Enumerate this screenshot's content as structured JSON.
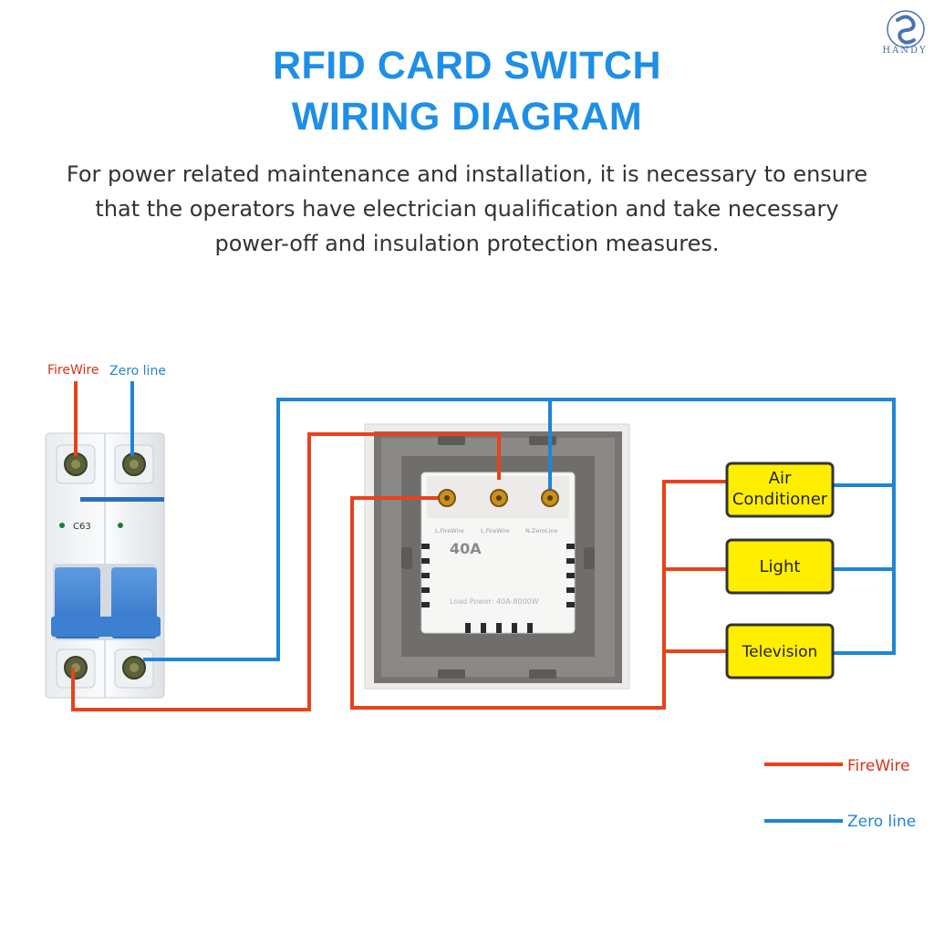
{
  "header": {
    "title_line1": "RFID CARD SWITCH",
    "title_line2": "WIRING DIAGRAM",
    "description": "For power related maintenance and installation, it is necessary to ensure that the operators have electrician qualification and take necessary power-off and insulation protection measures.",
    "logo_text": "HANDY"
  },
  "breaker": {
    "fire_label": "FireWire",
    "zero_label": "Zero line",
    "model_text": "C63"
  },
  "switch": {
    "terminal_labels": [
      "L.FireWire",
      "L.FireWire",
      "N.ZeroLine"
    ],
    "rating": "40A",
    "load_power": "Load Power: 40A-8000W"
  },
  "loads": {
    "air_conditioner_line1": "Air",
    "air_conditioner_line2": "Conditioner",
    "light": "Light",
    "television": "Television"
  },
  "legend": {
    "fire": "FireWire",
    "zero": "Zero line"
  },
  "colors": {
    "fire": "#e8421c",
    "zero": "#1f85d6",
    "title": "#1e8fe6",
    "load_box": "#ffee00"
  }
}
